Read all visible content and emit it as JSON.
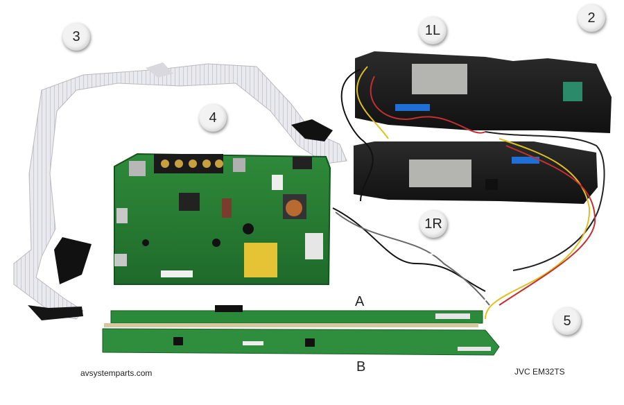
{
  "labels": {
    "l3": "3",
    "l4": "4",
    "l1L": "1L",
    "l2": "2",
    "l1R": "1R",
    "l5": "5",
    "lA": "A",
    "lB": "B"
  },
  "captions": {
    "site": "avsystemparts.com",
    "model": "JVC EM32TS"
  }
}
